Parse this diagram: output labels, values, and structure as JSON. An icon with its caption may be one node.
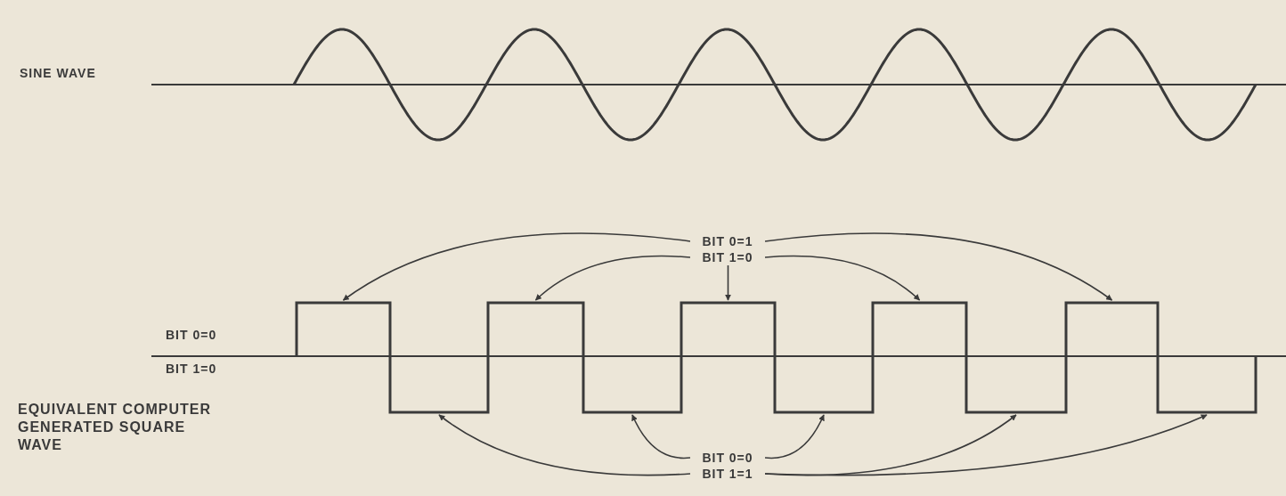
{
  "diagram": {
    "nodes": [
      {
        "text": [
          "BIT 0=1",
          "BIT 1=0"
        ]
      },
      {
        "text": [
          "BIT 0=0",
          "BIT 1=1"
        ]
      }
    ],
    "edges": [
      {
        "from": 0,
        "to": null,
        "arrow": "to"
      },
      {
        "from": 0,
        "to": null,
        "arrow": "to"
      },
      {
        "from": 0,
        "to": null,
        "arrow": "to"
      },
      {
        "from": 0,
        "to": null,
        "arrow": "to"
      },
      {
        "from": 0,
        "to": null,
        "arrow": "to"
      },
      {
        "from": 1,
        "to": null,
        "arrow": "to"
      },
      {
        "from": 1,
        "to": null,
        "arrow": "to"
      },
      {
        "from": 1,
        "to": null,
        "arrow": "to"
      },
      {
        "from": 1,
        "to": null,
        "arrow": "to"
      },
      {
        "from": 1,
        "to": null,
        "arrow": "to"
      }
    ],
    "labels": [
      "SINE WAVE",
      "BIT 0=0",
      "BIT 1=0",
      "EQUIVALENT COMPUTER GENERATED SQUARE WAVE"
    ]
  }
}
